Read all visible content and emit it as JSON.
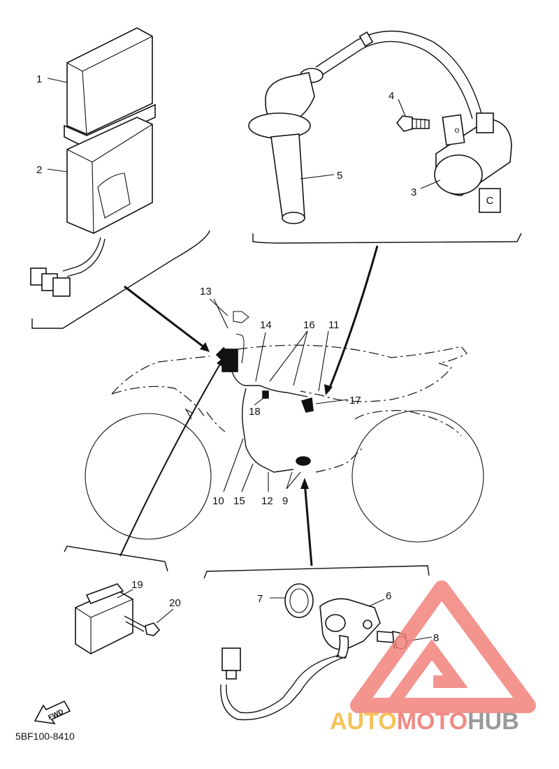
{
  "diagram": {
    "callouts": [
      "1",
      "2",
      "3",
      "4",
      "5",
      "6",
      "7",
      "8",
      "9",
      "10",
      "11",
      "12",
      "13",
      "14",
      "15",
      "16",
      "17",
      "18",
      "19",
      "20"
    ],
    "fwd_label": "FWD",
    "part_code": "5BF100-8410"
  },
  "watermark": {
    "brand": "AUTOMOTOHUB",
    "colors": {
      "auto": "#f5c25a",
      "moto": "#ef8a85",
      "hub": "#9a9a9a",
      "triangle": "#f2827c"
    }
  }
}
